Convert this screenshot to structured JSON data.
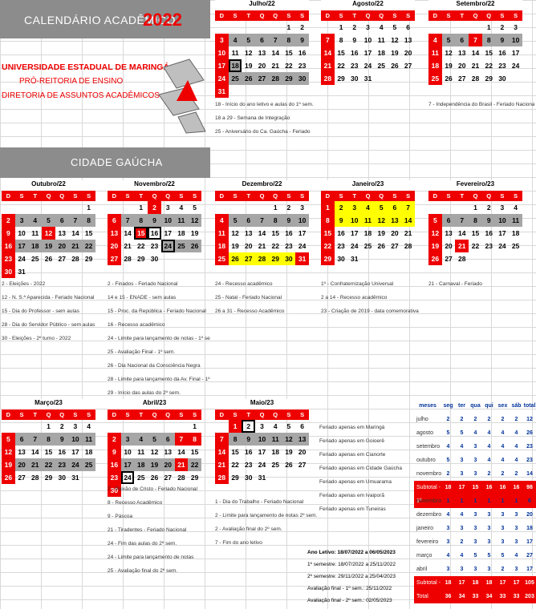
{
  "header": {
    "title": "CALENDÁRIO ACADÊMICO",
    "year": "2022"
  },
  "institution": {
    "name": "UNIVERSIDADE ESTADUAL DE MARINGÁ",
    "pro_rectory": "PRÓ-REITORIA DE ENSINO",
    "directorate": "DIRETORIA DE ASSUNTOS ACADÊMICOS"
  },
  "city": "CIDADE GAÚCHA",
  "weekdays": [
    "D",
    "S",
    "T",
    "Q",
    "Q",
    "S",
    "S"
  ],
  "months": [
    {
      "id": "jul",
      "title": "Julho/22",
      "start": 5,
      "days": 31,
      "cells": {
        "3": "r",
        "4": "g",
        "5": "g",
        "6": "g",
        "7": "g",
        "8": "g",
        "9": "g",
        "10": "r",
        "17": "r",
        "18": "gb",
        "24": "r",
        "31": "r",
        "25": "g",
        "26": "g",
        "27": "g",
        "28": "g",
        "29": "g",
        "30": "g"
      }
    },
    {
      "id": "aug",
      "title": "Agosto/22",
      "start": 1,
      "days": 31,
      "cells": {
        "7": "r",
        "14": "r",
        "21": "r",
        "28": "r"
      }
    },
    {
      "id": "sep",
      "title": "Setembro/22",
      "start": 4,
      "days": 30,
      "cells": {
        "4": "r",
        "5": "g",
        "6": "g",
        "7": "r",
        "8": "g",
        "9": "g",
        "10": "g",
        "11": "r",
        "18": "r",
        "25": "r"
      }
    },
    {
      "id": "oct",
      "title": "Outubro/22",
      "start": 6,
      "days": 31,
      "cells": {
        "2": "r",
        "3": "g",
        "4": "g",
        "5": "g",
        "6": "g",
        "7": "g",
        "8": "g",
        "9": "r",
        "12": "r",
        "16": "r",
        "23": "r",
        "30": "r",
        "17": "g",
        "18": "g",
        "19": "g",
        "20": "g",
        "21": "g",
        "22": "g"
      }
    },
    {
      "id": "nov",
      "title": "Novembro/22",
      "start": 2,
      "days": 30,
      "cells": {
        "2": "r",
        "6": "r",
        "13": "r",
        "15": "rb",
        "16": "b",
        "20": "r",
        "24": "gb",
        "25": "g",
        "26": "g",
        "27": "r",
        "7": "g",
        "8": "g",
        "9": "g",
        "10": "g",
        "11": "g",
        "12": "g"
      }
    },
    {
      "id": "dec",
      "title": "Dezembro/22",
      "start": 4,
      "days": 31,
      "cells": {
        "4": "r",
        "11": "r",
        "18": "r",
        "25": "r",
        "5": "g",
        "6": "g",
        "7": "g",
        "8": "g",
        "9": "g",
        "10": "g",
        "26": "y",
        "27": "y",
        "28": "y",
        "29": "y",
        "30": "y",
        "31": "r"
      }
    },
    {
      "id": "jan",
      "title": "Janeiro/23",
      "start": 0,
      "days": 31,
      "cells": {
        "1": "r",
        "2": "y",
        "3": "y",
        "4": "y",
        "5": "y",
        "6": "y",
        "7": "y",
        "8": "r",
        "9": "y",
        "10": "y",
        "11": "y",
        "12": "y",
        "13": "y",
        "14": "y",
        "15": "r",
        "22": "r",
        "29": "r"
      }
    },
    {
      "id": "feb",
      "title": "Fevereiro/23",
      "start": 3,
      "days": 28,
      "cells": {
        "5": "r",
        "12": "r",
        "19": "r",
        "21": "r",
        "26": "r",
        "6": "g",
        "7": "g",
        "8": "g",
        "9": "g",
        "10": "g",
        "11": "g"
      }
    },
    {
      "id": "mar",
      "title": "Março/23",
      "start": 3,
      "days": 31,
      "cells": {
        "5": "r",
        "12": "r",
        "19": "r",
        "26": "r",
        "6": "g",
        "7": "g",
        "8": "g",
        "9": "g",
        "10": "g",
        "11": "g",
        "20": "g",
        "21": "g",
        "22": "g",
        "23": "g",
        "24": "g",
        "25": "g"
      }
    },
    {
      "id": "apr",
      "title": "Abril/23",
      "start": 6,
      "days": 30,
      "cells": {
        "2": "r",
        "7": "r",
        "8": "r",
        "9": "r",
        "16": "r",
        "21": "r",
        "23": "r",
        "24": "b",
        "30": "r",
        "3": "g",
        "4": "g",
        "5": "g",
        "6": "g",
        "17": "g",
        "18": "g",
        "19": "g",
        "20": "g",
        "22": "g"
      }
    },
    {
      "id": "may",
      "title": "Maio/23",
      "start": 1,
      "days": 31,
      "cells": {
        "1": "r",
        "2": "b",
        "7": "r",
        "14": "r",
        "21": "r",
        "28": "r",
        "8": "g",
        "9": "g",
        "10": "g",
        "11": "g",
        "12": "g",
        "13": "g"
      }
    }
  ],
  "notes": {
    "jul": [
      "18 - Início do ano letivo e aulas do 1º sem.",
      "18 a 29 - Semana de Integração",
      "25 - Aniversário do Ca. Gaúcha - Feriado"
    ],
    "sep": [
      "7 - Independência do Brasil - Feriado Nacional"
    ],
    "oct": [
      "2 - Eleições - 2022",
      "12 - N. S.ª Aparecida - Feriado Nacional",
      "15 - Dia do Professor - sem aulas",
      "28 - Dia do Servidor Público - sem aulas",
      "30 - Eleições - 2º turno - 2022"
    ],
    "nov": [
      "2 - Finados - Feriado Nacional",
      "14 e 15 - ENADE - sem aulas",
      "15 - Proc. da República - Feriado Nacional",
      "16 - Recesso acadêmico",
      "24 - Limite para lançamento de notas - 1º sem.",
      "25 - Avaliação Final - 1º sem.",
      "26 - Dia Nacional da Consciência Negra",
      "28 - Limite para lançamento da Av. Final - 1º sem.",
      "29 - Início das aulas do 2º sem."
    ],
    "dec": [
      "24 - Recesso acadêmico",
      "25 - Natal - Feriado Nacional",
      "26 a 31 - Recesso Acadêmico"
    ],
    "jan": [
      "1º - Confraternização Universal",
      "2 a 14 - Recesso acadêmico",
      "23 - Criação de 2019 - data comemorativa"
    ],
    "feb": [
      "21 - Carnaval - Feriado"
    ],
    "apr": [
      "7 - Paixão de Cristo - Feriado Nacional",
      "8 - Recesso Acadêmico",
      "9 - Páscoa",
      "21 - Tiradentes - Feriado Nacional",
      "24 - Fim das aulas do 2º sem.",
      "24 - Limite para lançamento de notas",
      "25 - Avaliação final do 2º sem."
    ],
    "may": [
      "1 - Dia do Trabalho - Feriado Nacional",
      "2 - Limite para lançamento de notas 2º sem.",
      "2 - Avaliação final do 2º sem.",
      "7 - Fim do ano letivo"
    ]
  },
  "legend": [
    "Feriado apenas em Maringá",
    "Feriado apenas em Goioerê",
    "Feriado apenas em Cianorte",
    "Feriado apenas em Cidade Gaúcha",
    "Feriado apenas em Umuarama",
    "Feriado apenas em Ivaiporã",
    "Feriado apenas em Tuneiras"
  ],
  "semester": {
    "heading": "Ano Letivo: 18/07/2022 a 06/05/2023",
    "lines": [
      "1º semestre: 18/07/2022 a 25/11/2022",
      "2º semestre: 29/11/2022 a 25/04/2023",
      "Avaliação final - 1º sem.: 25/11/2022",
      "Avaliação final - 2º sem.: 02/05/2023"
    ]
  },
  "table": {
    "headers": [
      "meses",
      "seg",
      "ter",
      "qua",
      "qui",
      "sex",
      "sáb",
      "total"
    ],
    "rows": [
      {
        "m": "julho",
        "v": [
          "2",
          "2",
          "2",
          "2",
          "2",
          "2",
          "12"
        ]
      },
      {
        "m": "agosto",
        "v": [
          "5",
          "5",
          "4",
          "4",
          "4",
          "4",
          "26"
        ]
      },
      {
        "m": "setembro",
        "v": [
          "4",
          "4",
          "3",
          "4",
          "4",
          "4",
          "23"
        ]
      },
      {
        "m": "outubro",
        "v": [
          "5",
          "3",
          "3",
          "4",
          "4",
          "4",
          "23"
        ]
      },
      {
        "m": "novembro",
        "v": [
          "2",
          "3",
          "3",
          "2",
          "2",
          "2",
          "14"
        ]
      },
      {
        "m": "Subtotal - 1º",
        "v": [
          "18",
          "17",
          "15",
          "16",
          "16",
          "16",
          "98"
        ],
        "red": true
      },
      {
        "m": "novembro",
        "v": [
          "1",
          "1",
          "1",
          "1",
          "1",
          "1",
          "6"
        ]
      },
      {
        "m": "dezembro",
        "v": [
          "4",
          "4",
          "3",
          "3",
          "3",
          "3",
          "20"
        ]
      },
      {
        "m": "janeiro",
        "v": [
          "3",
          "3",
          "3",
          "3",
          "3",
          "3",
          "18"
        ]
      },
      {
        "m": "fevereiro",
        "v": [
          "3",
          "2",
          "3",
          "3",
          "3",
          "3",
          "17"
        ]
      },
      {
        "m": "março",
        "v": [
          "4",
          "4",
          "5",
          "5",
          "5",
          "4",
          "27"
        ]
      },
      {
        "m": "abril",
        "v": [
          "3",
          "3",
          "3",
          "3",
          "2",
          "3",
          "17"
        ]
      },
      {
        "m": "Subtotal - 2º",
        "v": [
          "18",
          "17",
          "18",
          "18",
          "17",
          "17",
          "105"
        ],
        "red": true
      },
      {
        "m": "Total",
        "v": [
          "36",
          "34",
          "33",
          "34",
          "33",
          "33",
          "203"
        ],
        "red": true
      }
    ]
  }
}
